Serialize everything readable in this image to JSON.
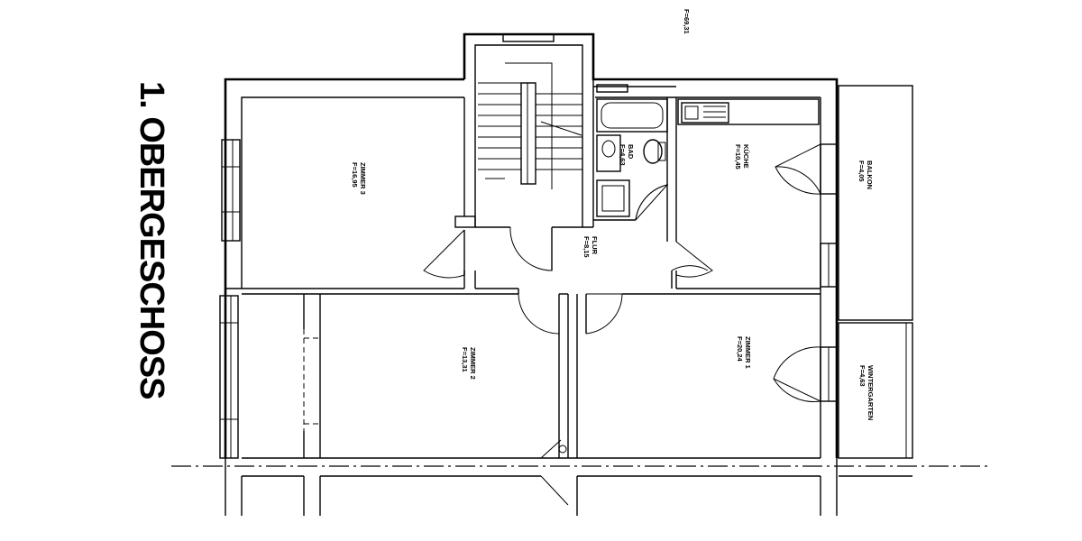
{
  "title": "1. OBERGESCHOSS",
  "top_note": "F=69,31",
  "rooms": {
    "zimmer3": {
      "name": "ZIMMER 3",
      "area": "F=16,95"
    },
    "flur": {
      "name": "FLUR",
      "area": "F=8,15"
    },
    "bad": {
      "name": "BAD",
      "area": "F=4,63"
    },
    "kueche": {
      "name": "KÜCHE",
      "area": "F=10,45"
    },
    "balkon": {
      "name": "BALKON",
      "area": "F=4,05"
    },
    "zimmer2": {
      "name": "ZIMMER 2",
      "area": "F=13,31"
    },
    "zimmer1": {
      "name": "ZIMMER 1",
      "area": "F=20,24"
    },
    "wintergarten": {
      "name": "WINTERGARTEN",
      "area": "F=4,63"
    }
  }
}
